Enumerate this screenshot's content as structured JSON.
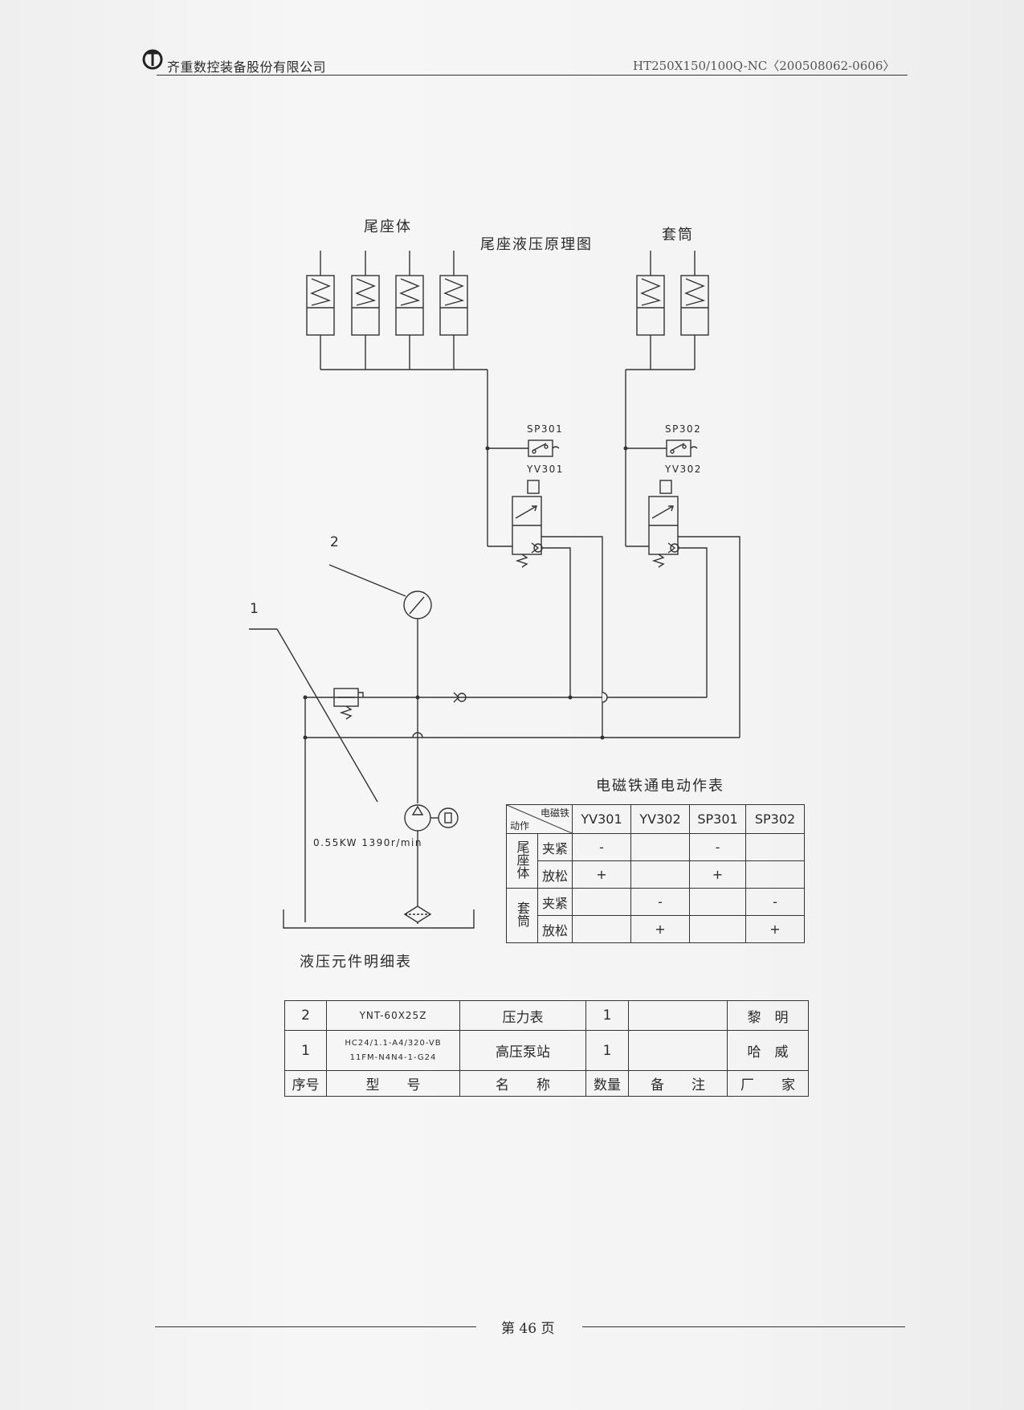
{
  "header": {
    "company": "齐重数控装备股份有限公司",
    "doc_code": "HT250X150/100Q-NC〈200508062-0606〉"
  },
  "diagram": {
    "label_tailstock_body": "尾座体",
    "title": "尾座液压原理图",
    "label_sleeve": "套筒",
    "sp301": "SP301",
    "yv301": "YV301",
    "sp302": "SP302",
    "yv302": "YV302",
    "callout_2": "2",
    "callout_1": "1",
    "motor_spec": "0.55KW 1390r/min"
  },
  "action_table": {
    "title": "电磁铁通电动作表",
    "corner_top": "电磁铁",
    "corner_bottom": "动作",
    "columns": [
      "YV301",
      "YV302",
      "SP301",
      "SP302"
    ],
    "groups": [
      {
        "name": "尾座体",
        "rows": [
          {
            "action": "夹紧",
            "cells": [
              "-",
              "",
              "-",
              ""
            ]
          },
          {
            "action": "放松",
            "cells": [
              "+",
              "",
              "+",
              ""
            ]
          }
        ]
      },
      {
        "name": "套筒",
        "rows": [
          {
            "action": "夹紧",
            "cells": [
              "",
              "-",
              "",
              "-"
            ]
          },
          {
            "action": "放松",
            "cells": [
              "",
              "+",
              "",
              "+"
            ]
          }
        ]
      }
    ]
  },
  "parts_table": {
    "title": "液压元件明细表",
    "rows": [
      {
        "no": "2",
        "model": "YNT-60X25Z",
        "name": "压力表",
        "qty": "1",
        "remark": "",
        "maker": "黎　明"
      },
      {
        "no": "1",
        "model_line1": "HC24/1.1-A4/320-VB",
        "model_line2": "11FM-N4N4-1-G24",
        "name": "高压泵站",
        "qty": "1",
        "remark": "",
        "maker": "哈　威"
      }
    ],
    "headers": [
      "序号",
      "型　　号",
      "名　　称",
      "数量",
      "备　　注",
      "厂　　家"
    ]
  },
  "footer": {
    "page": "第 46 页"
  }
}
